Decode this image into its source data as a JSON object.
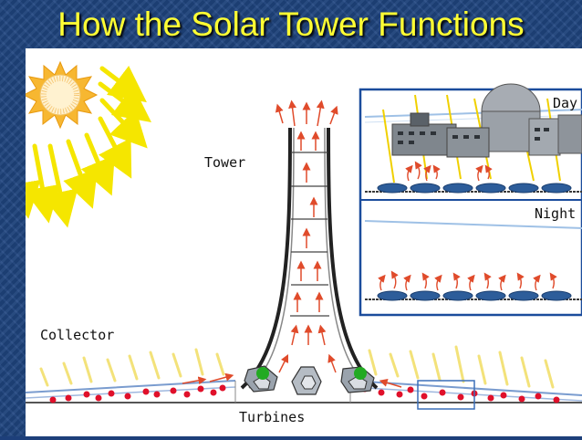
{
  "slide": {
    "title": "How the Solar Tower Functions"
  },
  "diagram": {
    "labels": {
      "tower": "Tower",
      "collector": "Collector",
      "turbines": "Turbines",
      "day": "Day",
      "night": "Night"
    }
  },
  "colors": {
    "title": "#ffff33",
    "background": "#1f4580",
    "sun": "#f7b731",
    "sun_rays": "#f5e600",
    "air_arrows": "#e04b2b",
    "inset_border": "#1b4c9c",
    "turbine_hub": "#22aa22"
  }
}
